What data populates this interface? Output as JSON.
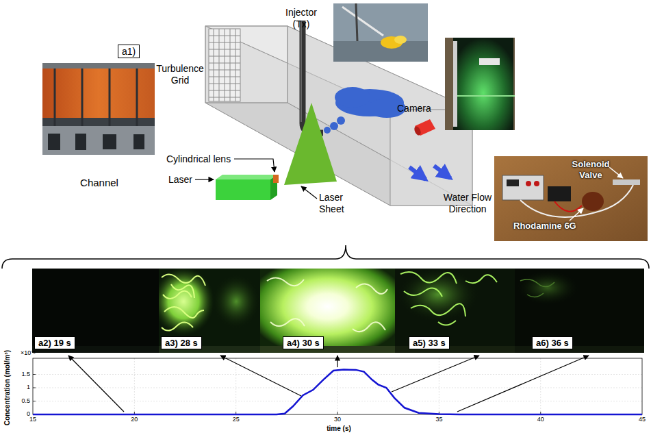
{
  "diagram": {
    "nodes": [
      {
        "text": [
          "a1)"
        ]
      },
      {
        "text": [
          "a2) 19 s"
        ]
      },
      {
        "text": [
          "a3) 28 s"
        ]
      },
      {
        "text": [
          "a4) 30 s"
        ]
      },
      {
        "text": [
          "a5) 33 s"
        ]
      },
      {
        "text": [
          "a6) 36 s"
        ]
      }
    ],
    "labels": [
      "Channel",
      "Turbulence Grid",
      "Injector (Tx)",
      "Cylindrical lens",
      "Laser",
      "Laser Sheet",
      "Camera",
      "Water Flow Direction",
      "Solenoid Valve",
      "Rhodamine 6G",
      "×10⁻⁵",
      "1.5",
      "1",
      "0.5",
      "0",
      "15",
      "20",
      "25",
      "30",
      "35",
      "40",
      "45",
      "time (s)",
      "Concentration (mol/m³)"
    ]
  }
}
